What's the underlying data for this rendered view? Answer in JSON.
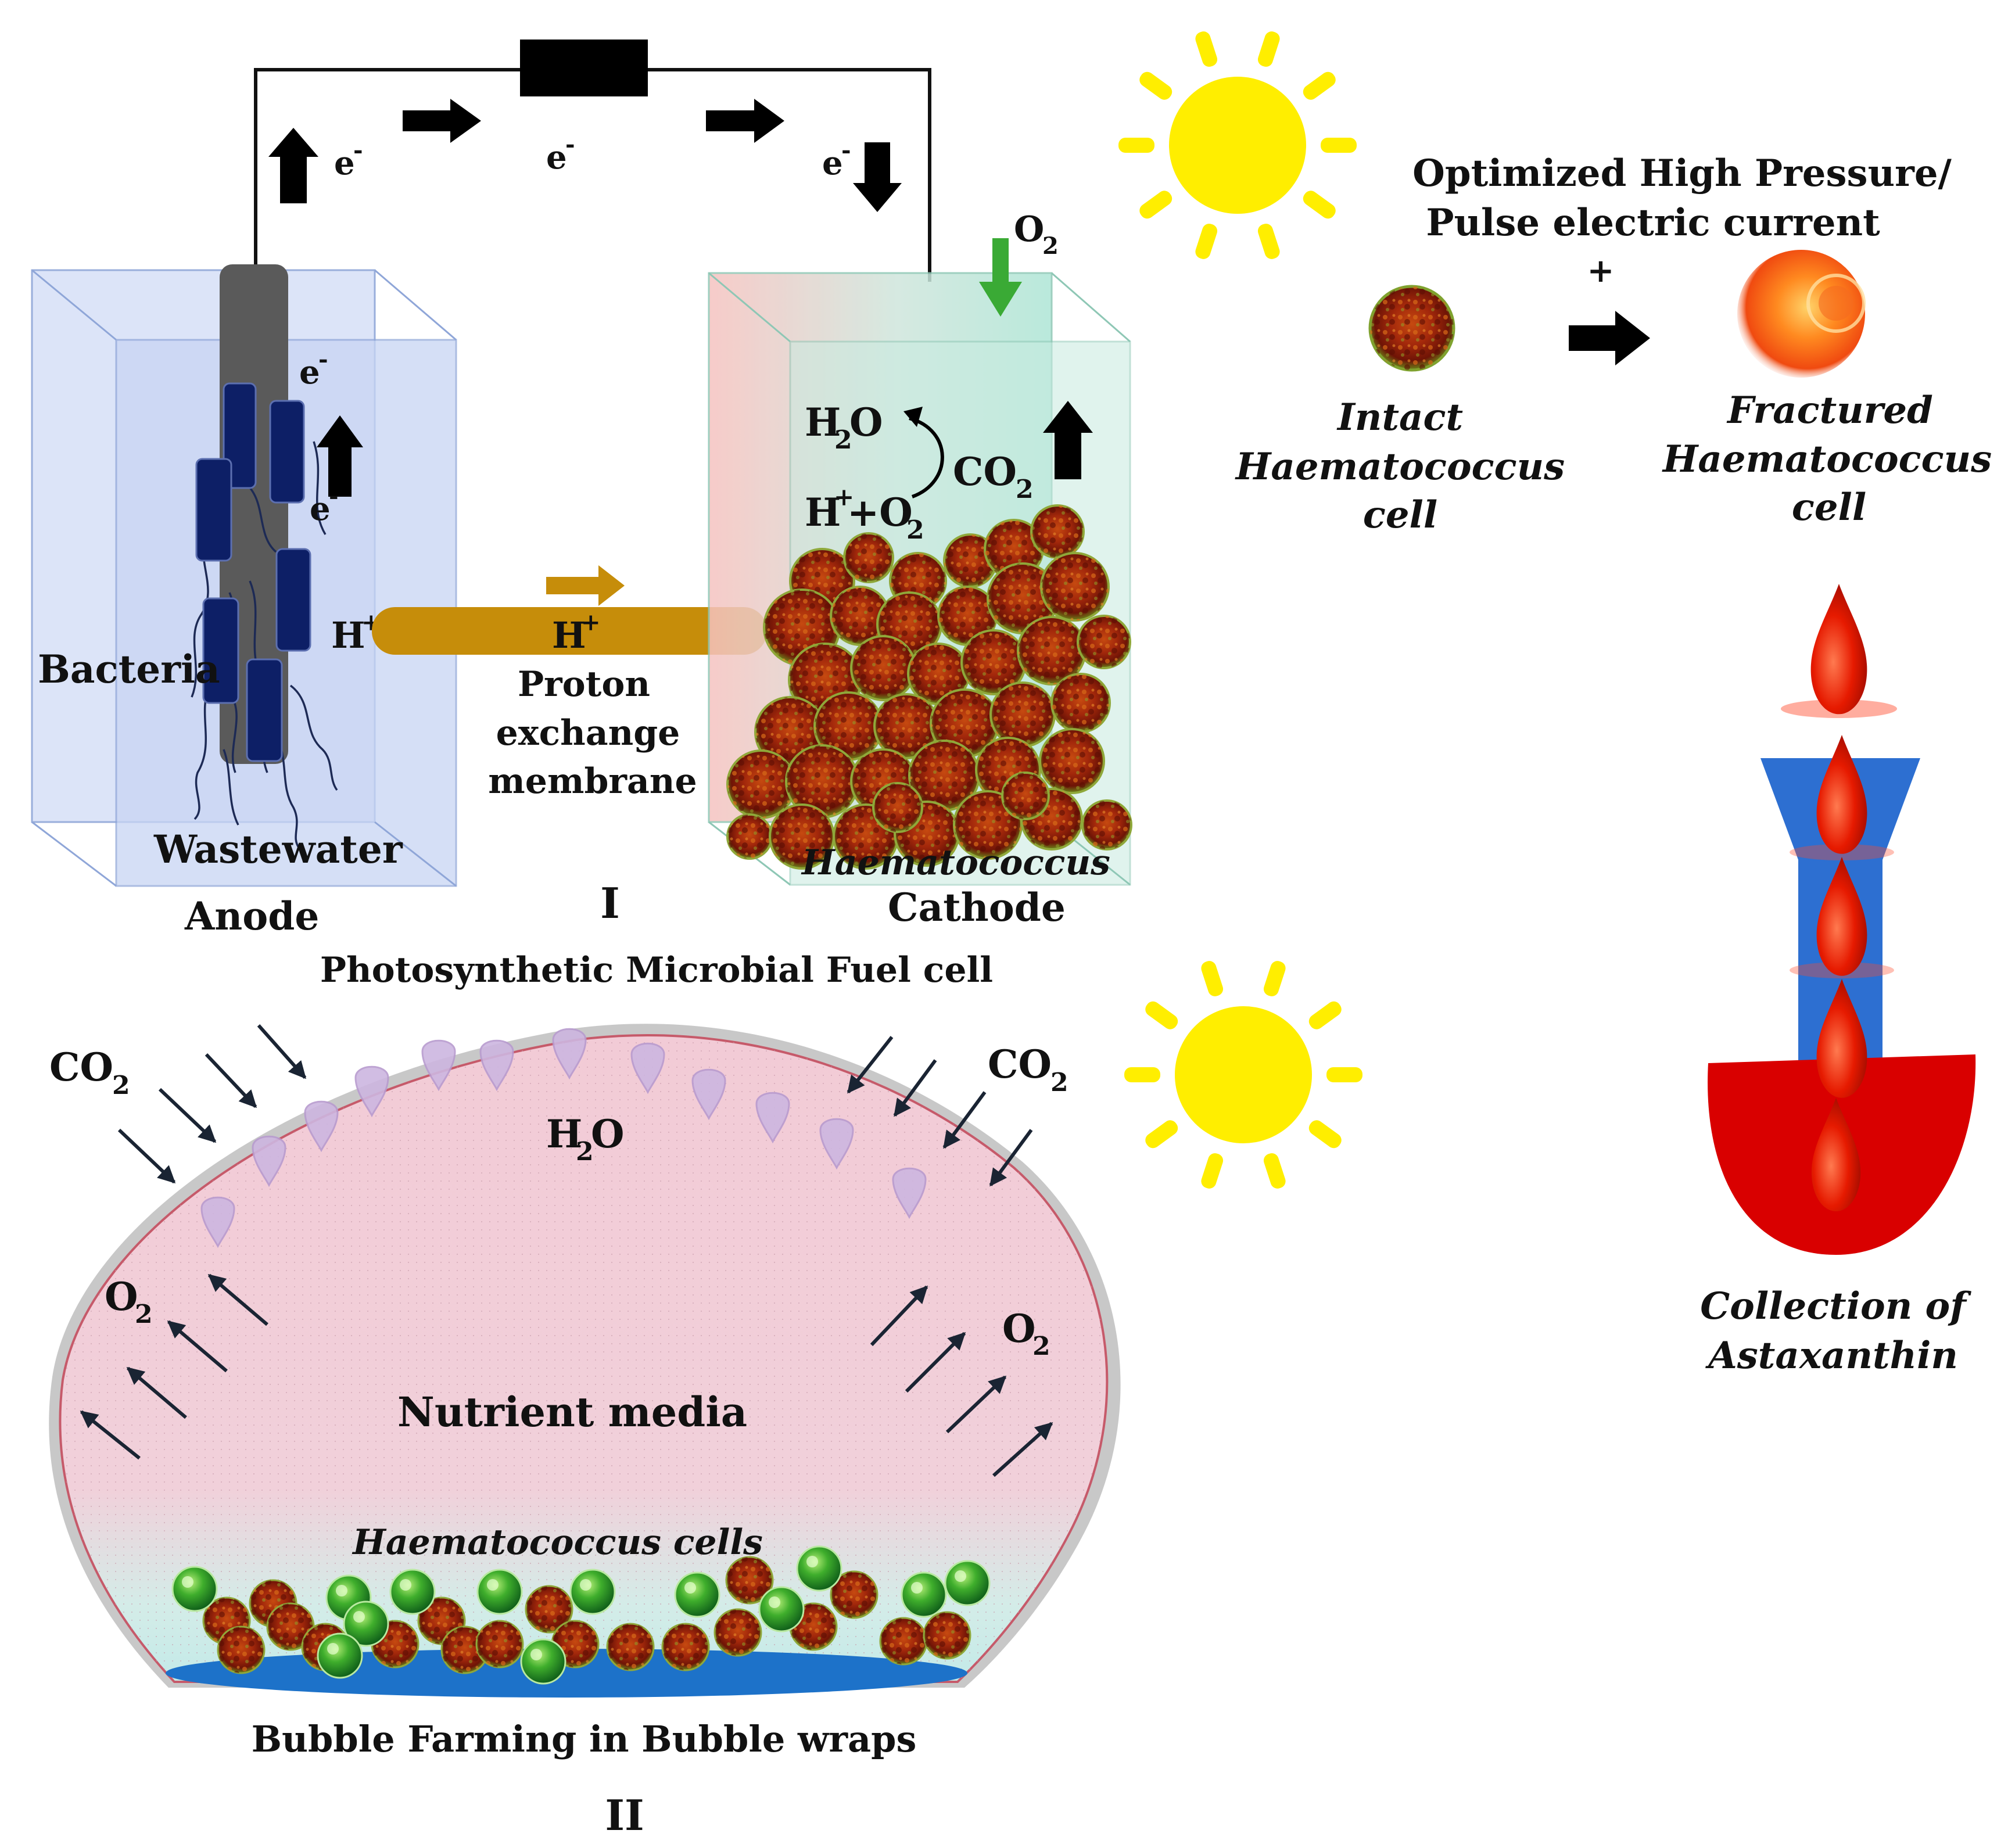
{
  "colors": {
    "cell_dark": "#7a1808",
    "cell_mid": "#c23b12",
    "cell_green": "#5a8a1a",
    "green_bubble": "#2e9a2e",
    "sun": "#ffee00",
    "anode_box": "#c9d6f5",
    "cathode_left": "#f4c9c9",
    "cathode_right": "#bfeadf",
    "pem": "#c68d0a",
    "bacteria": "#0d1f66",
    "electrode": "#555555",
    "drop_red": "#e61a00",
    "funnel_blue": "#2d6fd1",
    "bowl_red": "#d90000",
    "bubble_fill": "#f3cfd8",
    "bubble_base": "#1d72c9",
    "o2_arrow": "#3aaa35"
  },
  "panel_I": {
    "label": "I",
    "caption": "Photosynthetic Microbial Fuel cell",
    "electron_labels": [
      "e",
      "e",
      "e",
      "e",
      "e"
    ],
    "electron_sup": "-",
    "anode": {
      "name": "Anode",
      "medium": "Wastewater",
      "organism": "Bacteria",
      "proton": "H",
      "proton_sup": "+"
    },
    "membrane": {
      "proton": "H",
      "proton_sup": "+",
      "line1": "Proton",
      "line2": "exchange",
      "line3": "membrane"
    },
    "cathode": {
      "name": "Cathode",
      "organism": "Haematococcus",
      "o2_in": "O",
      "o2_sub": "2",
      "h2o_a": "H",
      "h2o_sub": "2",
      "h2o_b": "O",
      "co2_a": "CO",
      "co2_sub": "2",
      "reaction_a": "H",
      "reaction_sup": "+",
      "reaction_b": "+O",
      "reaction_sub": "2"
    }
  },
  "panel_II": {
    "label": "II",
    "caption": "Bubble Farming in Bubble wraps",
    "medium": "Nutrient media",
    "cells": "Haematococcus cells",
    "water_a": "H",
    "water_sub": "2",
    "water_b": "O",
    "co2_a": "CO",
    "co2_sub": "2",
    "o2_a": "O",
    "o2_sub": "2"
  },
  "extraction": {
    "process_line1": "Optimized High Pressure/",
    "process_line2": "Pulse electric current",
    "plus": "+",
    "intact": [
      "Intact",
      "Haematococcus",
      "cell"
    ],
    "fractured": [
      "Fractured",
      "Haematococcus",
      "cell"
    ],
    "collection": [
      "Collection of",
      "Astaxanthin"
    ]
  },
  "icons": [
    "sun-icon",
    "arrow-icon",
    "drop-icon",
    "funnel-icon",
    "bowl-icon",
    "cell-icon",
    "bacterium-icon"
  ]
}
